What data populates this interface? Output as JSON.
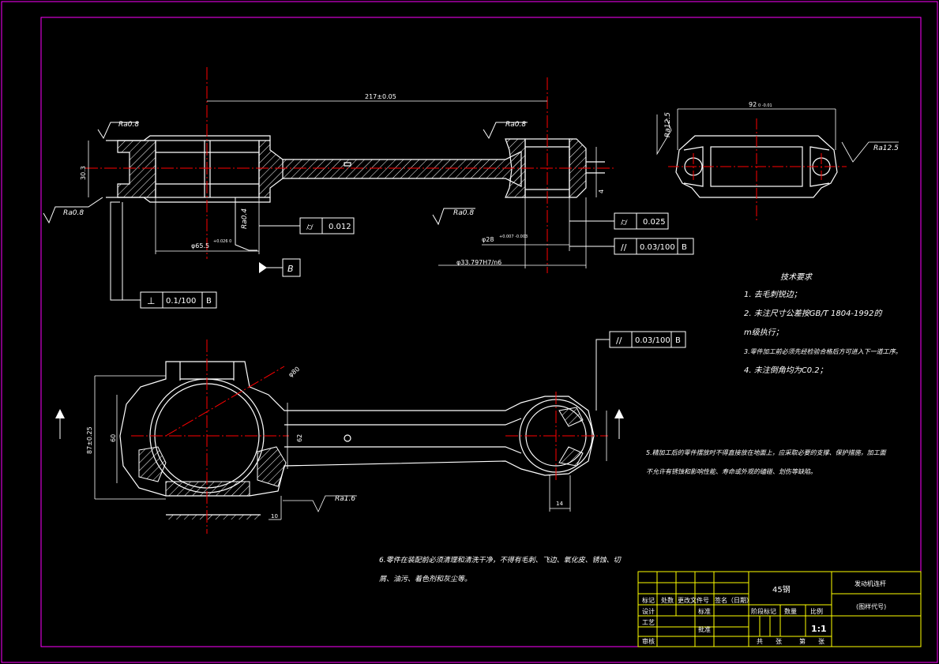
{
  "dimensions": {
    "center_distance": "217±0.05",
    "small_end_width": "30.3",
    "big_end_bore": "φ65.5",
    "big_end_bore_tol": "+0.026 0",
    "small_end_bore": "φ28",
    "small_end_bore_tol": "+0.007 -0.003",
    "bushing_od": "φ33.797H7/n6",
    "small_end_offset": "4",
    "big_end_height": "87±0.25",
    "big_end_inner": "60",
    "bolt_spacing": "62",
    "bolt_circle": "φ80",
    "small_end_rim": "14",
    "bolt_boss_height": "10",
    "cap_width": "92",
    "cap_width_tol": "0 -0.01"
  },
  "roughness": {
    "r1": "Ra0.8",
    "r2": "Ra0.8",
    "r3": "Ra0.8",
    "r4": "Ra0.8",
    "r5": "Ra0.4",
    "r6": "Ra1.6",
    "r7": "Ra12.5",
    "r8": "Ra12.5"
  },
  "tolerances": {
    "cylindricity_big": "0.012",
    "cylindricity_small": "0.025",
    "parallel_top": "0.03/100",
    "parallel_top_ref": "B",
    "parallel_bottom": "0.03/100",
    "parallel_bottom_ref": "B",
    "perpendicular": "0.1/100",
    "perpendicular_ref": "B",
    "datum": "B",
    "sym_cyl": "⌭",
    "sym_par": "//",
    "sym_perp": "⊥"
  },
  "notes": {
    "title": "技术要求",
    "lines": [
      "1. 去毛刺锐边；",
      "2. 未注尺寸公差按GB/T 1804-1992的",
      "m级执行；",
      "3.零件加工前必须先经检验合格后方可进入下一道工序。",
      "4. 未注倒角均为C0.2；"
    ],
    "note5": [
      "5.精加工后的零件摆放时不得直接放在地面上，应采取必要的支撑、保护措施，加工面",
      "不允许有锈蚀和影响性能、寿命或外观的磕碰、划伤等缺陷。"
    ],
    "note6": [
      "6.零件在装配前必须清理和清洗干净，不得有毛刺、飞边、氧化皮、锈蚀、切",
      "屑、油污、着色剂和灰尘等。"
    ]
  },
  "title_block": {
    "material": "45钢",
    "drawing_name": "发动机连杆",
    "drawing_code": "(图样代号)",
    "mark": "标记",
    "count": "处数",
    "change_doc": "更改文件号",
    "sign_date": "签名（日期）",
    "design": "设计",
    "standard": "标准",
    "craft": "工艺",
    "approve": "批准",
    "review": "审核",
    "stage_mark": "阶段标记",
    "weight": "数量",
    "scale_label": "比例",
    "scale": "1:1",
    "total": "共",
    "sheets": "张",
    "page": "第",
    "sheet_unit": "张"
  },
  "colors": {
    "background": "#000000",
    "frame": "#ff00ff",
    "title_block": "#ffff00",
    "outline": "#ffffff",
    "centerline": "#ff0000",
    "dimension": "#ffffff"
  }
}
